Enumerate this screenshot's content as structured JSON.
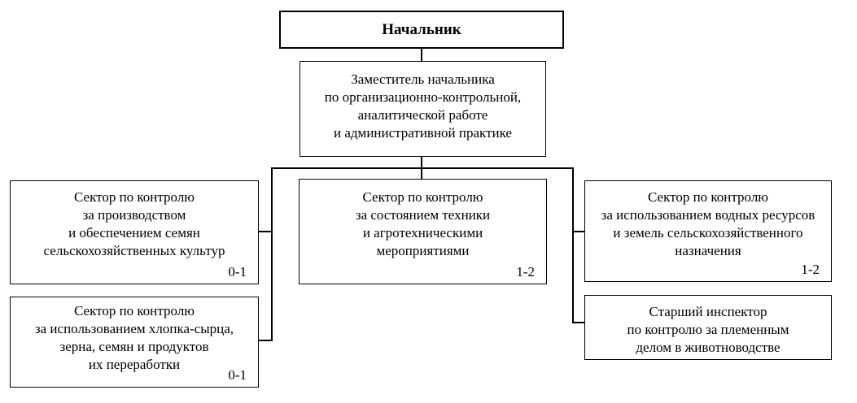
{
  "diagram": {
    "type": "org-chart",
    "nodes": {
      "chief": {
        "label": "Начальник"
      },
      "deputy": {
        "lines": [
          "Заместитель начальника",
          "по организационно-контрольной,",
          "аналитической работе",
          "и административной практике"
        ]
      },
      "sector_seeds": {
        "lines": [
          "Сектор по контролю",
          "за производством",
          "и обеспечением семян",
          "сельскохозяйственных культур"
        ],
        "count": "0-1"
      },
      "sector_cotton": {
        "lines": [
          "Сектор по контролю",
          "за использованием хлопка-сырца,",
          "зерна, семян и продуктов",
          "их переработки"
        ],
        "count": "0-1"
      },
      "sector_tech": {
        "lines": [
          "Сектор по контролю",
          "за состоянием техники",
          "и агротехническими",
          "мероприятиями"
        ],
        "count": "1-2"
      },
      "sector_water": {
        "lines": [
          "Сектор по контролю",
          "за использованием водных ресурсов",
          "и земель сельскохозяйственного",
          "назначения"
        ],
        "count": "1-2"
      },
      "senior_inspector": {
        "lines": [
          "Старший инспектор",
          "по контролю за племенным",
          "делом в животноводстве"
        ]
      }
    },
    "edges": [
      {
        "from": "chief",
        "to": "deputy"
      },
      {
        "from": "deputy",
        "to": "sector_seeds"
      },
      {
        "from": "deputy",
        "to": "sector_cotton"
      },
      {
        "from": "deputy",
        "to": "sector_tech"
      },
      {
        "from": "deputy",
        "to": "sector_water"
      },
      {
        "from": "deputy",
        "to": "senior_inspector"
      }
    ],
    "colors": {
      "background": "#ffffff",
      "line": "#000000",
      "text": "#000000"
    }
  }
}
